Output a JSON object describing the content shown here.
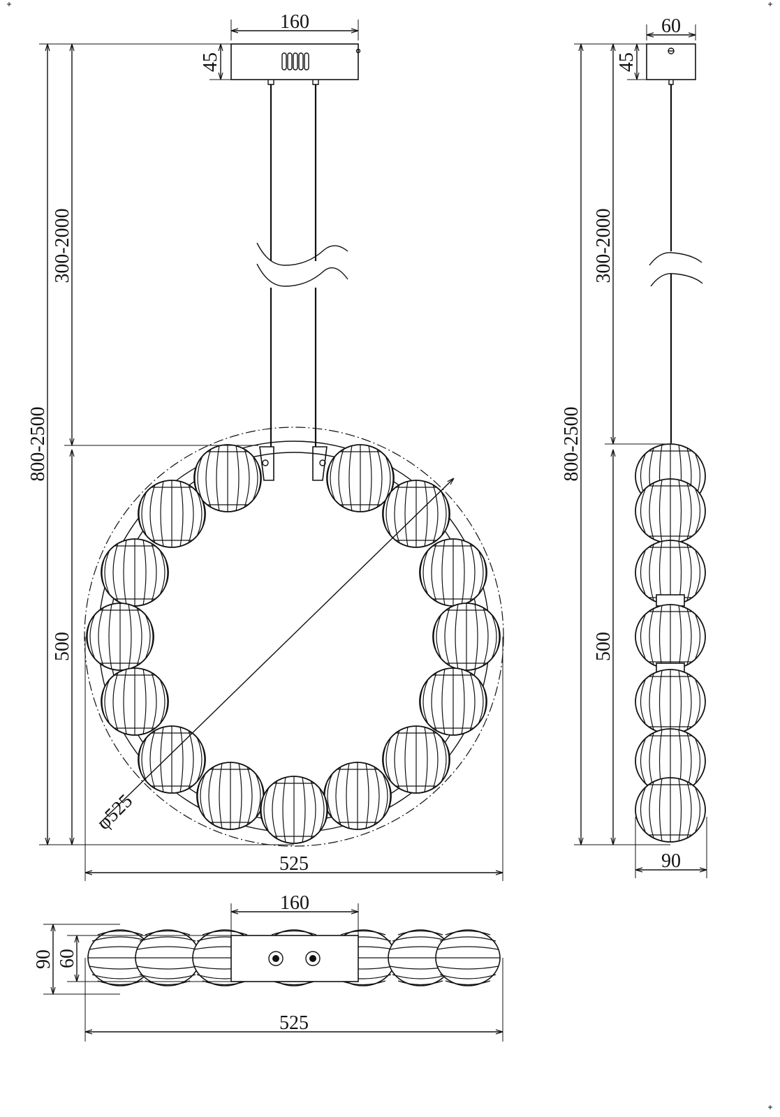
{
  "drawing": {
    "front_view": {
      "canopy_width": "160",
      "canopy_height": "45",
      "cable_length": "300-2000",
      "total_height": "800-2500",
      "ring_height": "500",
      "ring_diameter": "φ525",
      "ring_width": "525"
    },
    "side_view": {
      "canopy_width": "60",
      "canopy_height": "45",
      "cable_length": "300-2000",
      "total_height": "800-2500",
      "ring_height": "500",
      "ring_depth": "90"
    },
    "top_view": {
      "canopy_width": "160",
      "outer_depth": "90",
      "inner_depth": "60",
      "overall_width": "525"
    }
  }
}
